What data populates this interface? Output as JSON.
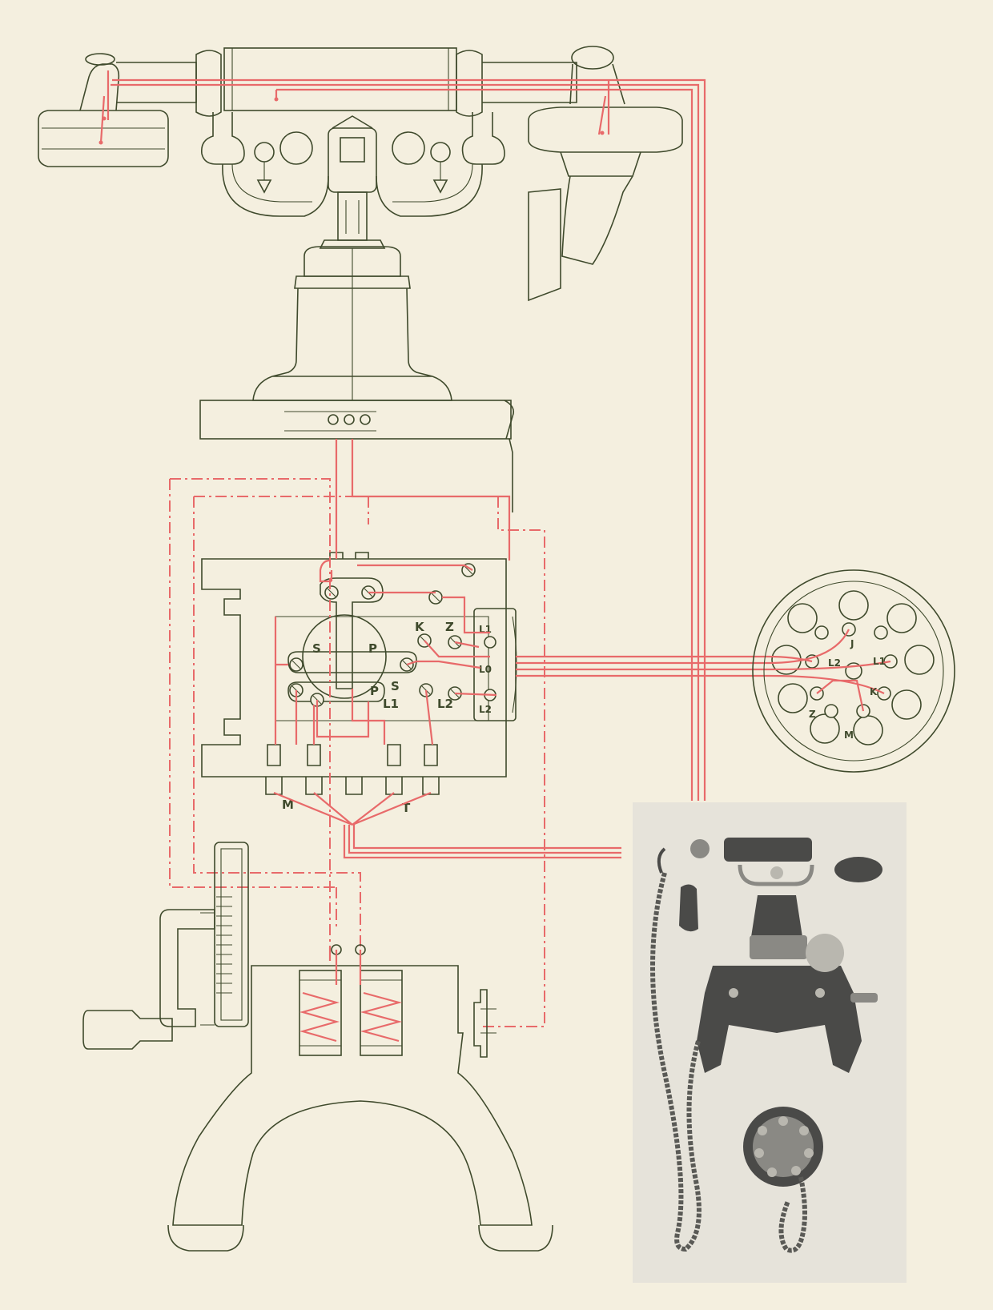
{
  "diagram": {
    "type": "telephone wiring diagram",
    "colors": {
      "paper": "#f4efdf",
      "ink": "#3f4a2c",
      "wire": "#e86a6a",
      "photo": "#e6e3da"
    },
    "terminal_labels": {
      "s_upper": "S",
      "p_upper": "P",
      "p_lower": "P",
      "s_lower": "S",
      "k": "K",
      "z": "Z",
      "l1": "L1",
      "l2": "L2",
      "t1": "L1",
      "t2": "L0",
      "t3": "L2"
    },
    "bottom_labels": {
      "m": "M",
      "t": "T"
    },
    "dial_labels": {
      "l2": "L2",
      "l1": "L1",
      "j": "J",
      "k": "K",
      "z": "Z",
      "m": "M"
    }
  }
}
